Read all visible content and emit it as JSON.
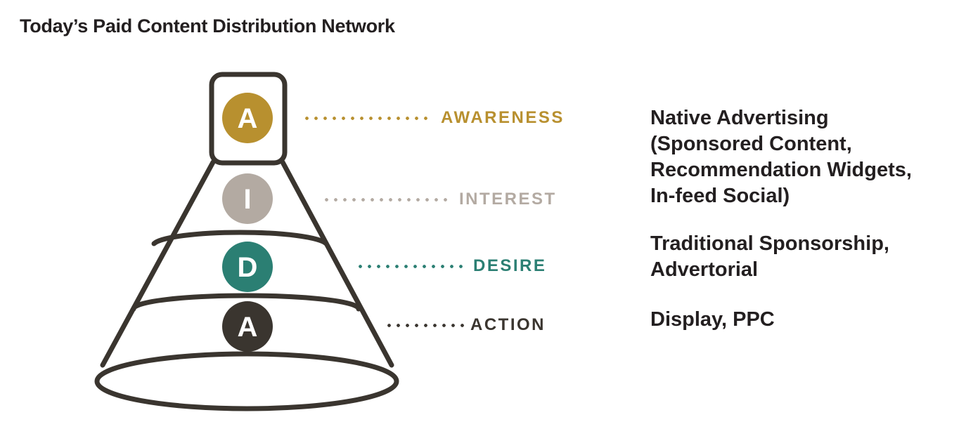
{
  "title": "Today’s Paid Content Distribution Network",
  "text_color": "#231F20",
  "funnel": {
    "outline_color": "#3A352F",
    "stages": [
      {
        "letter": "A",
        "label": "AWARENESS",
        "color": "#B8902F"
      },
      {
        "letter": "I",
        "label": "INTEREST",
        "color": "#B3AAA2"
      },
      {
        "letter": "D",
        "label": "DESIRE",
        "color": "#2B7F73"
      },
      {
        "letter": "A",
        "label": "ACTION",
        "color": "#3A352F"
      }
    ]
  },
  "channels": [
    {
      "lines": [
        "Native Advertising",
        "(Sponsored Content,",
        "Recommendation Widgets,",
        "In-feed Social)"
      ]
    },
    {
      "lines": [
        "Traditional Sponsorship,",
        "Advertorial"
      ]
    },
    {
      "lines": [
        "Display, PPC"
      ]
    }
  ]
}
